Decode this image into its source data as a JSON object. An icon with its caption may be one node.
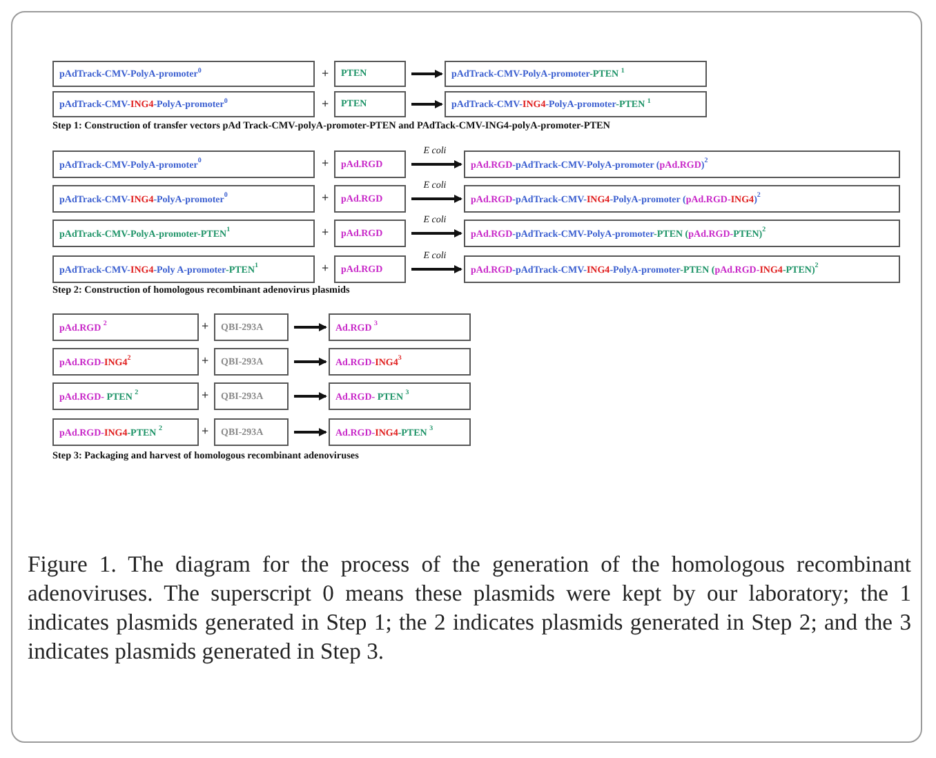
{
  "diagram": {
    "nodes": [
      {
        "text": [
          "pAdTrack-CMV-PolyA-promoter$^{0}$"
        ]
      },
      {
        "text": [
          "PTEN"
        ]
      },
      {
        "text": [
          "pAdTrack-CMV-PolyA-promoter-PTEN $^{1}$"
        ]
      },
      {
        "text": [
          "pAdTrack-CMV-ING4-PolyA-promoter$^{0}$"
        ]
      },
      {
        "text": [
          "PTEN"
        ]
      },
      {
        "text": [
          "pAdTrack-CMV-ING4-PolyA-promoter-PTEN $^{1}$"
        ]
      },
      {
        "text": [
          "pAdTrack-CMV-PolyA-promoter$^{0}$"
        ]
      },
      {
        "text": [
          "pAd.RGD"
        ]
      },
      {
        "text": [
          "pAd.RGD-pAdTrack-CMV-PolyA-promoter (pAd.RGD)$^{2}$"
        ]
      },
      {
        "text": [
          "pAdTrack-CMV-ING4-PolyA-promoter$^{0}$"
        ]
      },
      {
        "text": [
          "pAd.RGD"
        ]
      },
      {
        "text": [
          "pAd.RGD-pAdTrack-CMV-ING4-PolyA-promoter (pAd.RGD-ING4)$^{2}$"
        ]
      },
      {
        "text": [
          "pAdTrack-CMV-PolyA-promoter-PTEN$^{1}$"
        ]
      },
      {
        "text": [
          "pAd.RGD"
        ]
      },
      {
        "text": [
          "pAd.RGD-pAdTrack-CMV-PolyA-promoter-PTEN (pAd.RGD-PTEN)$^{2}$"
        ]
      },
      {
        "text": [
          "pAdTrack-CMV-ING4-Poly A-promoter-PTEN$^{1}$"
        ]
      },
      {
        "text": [
          "pAd.RGD"
        ]
      },
      {
        "text": [
          "pAd.RGD-pAdTrack-CMV-ING4-PolyA-promoter-PTEN (pAd.RGD-ING4-PTEN)$^{2}$"
        ]
      },
      {
        "text": [
          "pAd.RGD $^{2}$"
        ]
      },
      {
        "text": [
          "QBI-293A"
        ]
      },
      {
        "text": [
          "Ad.RGD $^{3}$"
        ]
      },
      {
        "text": [
          "pAd.RGD-ING4$^{2}$"
        ]
      },
      {
        "text": [
          "QBI-293A"
        ]
      },
      {
        "text": [
          "Ad.RGD-ING4$^{3}$"
        ]
      },
      {
        "text": [
          "pAd.RGD- PTEN $^{2}$"
        ]
      },
      {
        "text": [
          "QBI-293A"
        ]
      },
      {
        "text": [
          "Ad.RGD- PTEN $^{3}$"
        ]
      },
      {
        "text": [
          "pAd.RGD-ING4-PTEN $^{2}$"
        ]
      },
      {
        "text": [
          "QBI-293A"
        ]
      },
      {
        "text": [
          "Ad.RGD-ING4-PTEN $^{3}$"
        ]
      }
    ],
    "edges": [
      {
        "from": 1,
        "to": 2,
        "arrow": "to"
      },
      {
        "from": 4,
        "to": 5,
        "arrow": "to"
      },
      {
        "from": 7,
        "to": 8,
        "arrow": "to",
        "label": "E coli"
      },
      {
        "from": 10,
        "to": 11,
        "arrow": "to",
        "label": "E coli"
      },
      {
        "from": 13,
        "to": 14,
        "arrow": "to",
        "label": "E coli"
      },
      {
        "from": 16,
        "to": 17,
        "arrow": "to",
        "label": "E coli"
      },
      {
        "from": 19,
        "to": 20,
        "arrow": "to"
      },
      {
        "from": 22,
        "to": 23,
        "arrow": "to"
      },
      {
        "from": 25,
        "to": 26,
        "arrow": "to"
      },
      {
        "from": 28,
        "to": 29,
        "arrow": "to"
      }
    ],
    "labels": [
      "+",
      "+",
      "Step 1: Construction of transfer vectors pAd Track-CMV-polyA-promoter-PTEN and PAdTack-CMV-ING4-polyA-promoter-PTEN",
      "+",
      "+",
      "+",
      "+",
      "Step 2: Construction of homologous recombinant adenovirus plasmids",
      "+",
      "+",
      "+",
      "+",
      "Step 3: Packaging and harvest of homologous recombinant adenoviruses"
    ],
    "caption": "Figure 1. The diagram for the process of the generation of the homologous recombinant adenoviruses. The superscript 0 means these plasmids were kept by our laboratory; the 1 indicates plasmids generated in Step 1; the 2 indicates plasmids generated in Step 2; and the 3 indicates plasmids generated in Step 3."
  }
}
